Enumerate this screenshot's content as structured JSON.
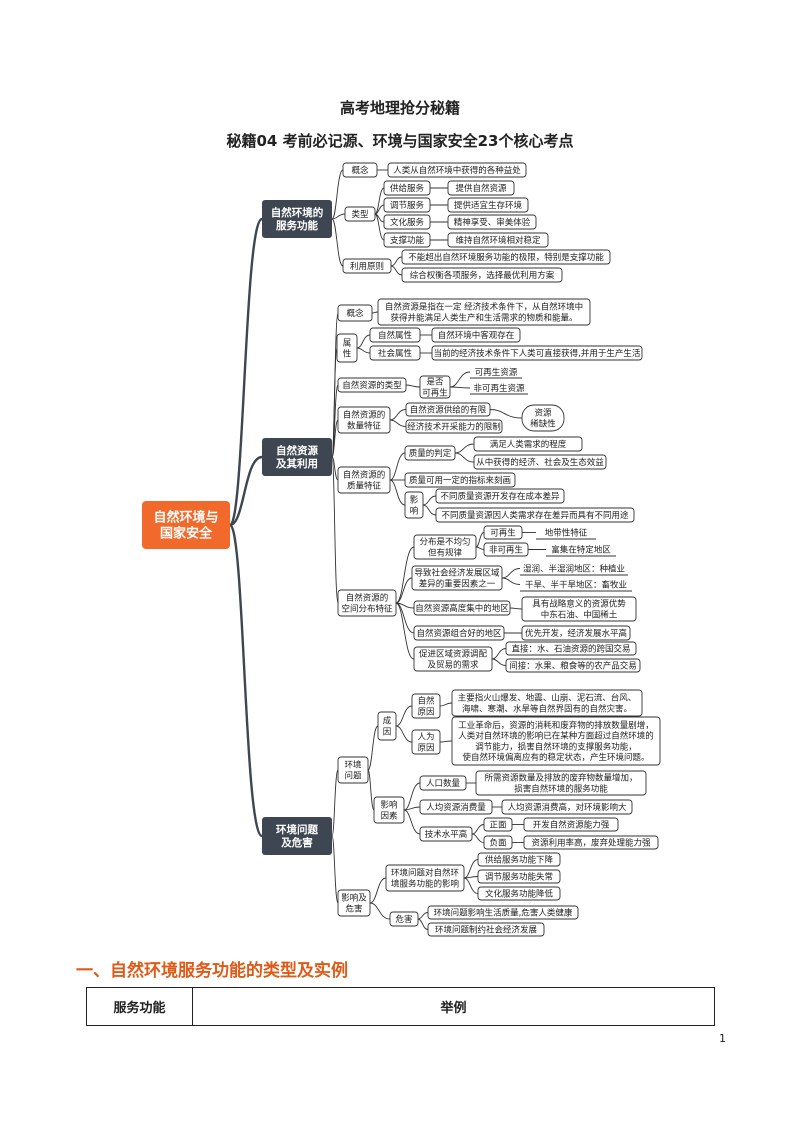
{
  "doc": {
    "title": "高考地理抢分秘籍",
    "subtitle": "秘籍04  考前必记源、环境与国家安全23个核心考点",
    "page_number": "1"
  },
  "mindmap": {
    "root": "自然环境与\n国家安全",
    "nodes": {
      "n1": "自然环境的\n服务功能",
      "n1a": "概念",
      "n1a1": "人类从自然环境中获得的各种益处",
      "n1b": "类型",
      "n1b1": "供给服务",
      "n1b1a": "提供自然资源",
      "n1b2": "调节服务",
      "n1b2a": "提供适宜生存环境",
      "n1b3": "文化服务",
      "n1b3a": "精神享受、审美体验",
      "n1b4": "支撑功能",
      "n1b4a": "维持自然环境相对稳定",
      "n1c": "利用原则",
      "n1c1": "不能超出自然环境服务功能的极限，特别是支撑功能",
      "n1c2": "综合权衡各项服务，选择最优利用方案",
      "n2": "自然资源\n及其利用",
      "n2a": "概念",
      "n2a1": "自然资源是指在一定 经济技术条件下，从自然环境中\n获得并能满足人类生产和生活需求的物质和能量。",
      "n2b": "属\n性",
      "n2b1": "自然属性",
      "n2b1a": "自然环境中客观存在",
      "n2b2": "社会属性",
      "n2b2a": "当前的经济技术条件下人类可直接获得,并用于生产生活",
      "n2c": "自然资源的类型",
      "n2c1": "是否\n可再生",
      "n2c1a": "可再生资源",
      "n2c1b": "非可再生资源",
      "n2d": "自然资源的\n数量特征",
      "n2d1": "自然资源供给的有限",
      "n2d2": "经济技术开采能力的限制",
      "n2d3": "资源\n稀缺性",
      "n2e": "自然资源的\n质量特征",
      "n2e1": "质量的判定",
      "n2e1a": "满足人类需求的程度",
      "n2e1b": "从中获得的经济、社会及生态效益",
      "n2e2": "质量可用一定的指标来刻画",
      "n2e3": "影\n响",
      "n2e3a": "不同质量资源开发存在成本差异",
      "n2e3b": "不同质量资源因人类需求存在差异而具有不同用途",
      "n2f": "自然资源的\n空间分布特征",
      "n2f1": "分布是不均匀\n但有规律",
      "n2f1a": "可再生",
      "n2f1a1": "地带性特征",
      "n2f1b": "非可再生",
      "n2f1b1": "富集在特定地区",
      "n2f2": "导致社会经济发展区域\n差异的重要因素之一",
      "n2f2a": "湿润、半湿润地区：种植业",
      "n2f2b": "干旱、半干旱地区：畜牧业",
      "n2f3": "自然资源高度集中的地区",
      "n2f3a": "具有战略意义的资源优势\n中东石油、中国稀土",
      "n2f4": "自然资源组合好的地区",
      "n2f4a": "优先开发，经济发展水平高",
      "n2f5": "促进区域资源调配\n及贸易的需求",
      "n2f5a": "直接：水、石油资源的跨国交易",
      "n2f5b": "间接：水果、粮食等的农产品交易",
      "n3": "环境问题\n及危害",
      "n3a": "环境\n问题",
      "n3a1": "成\n因",
      "n3a1a": "自然\n原因",
      "n3a1a1": "主要指火山爆发、地震、山崩、泥石流、台风、\n海啸、寒潮、水旱等自然界固有的自然灾害。",
      "n3a1b": "人为\n原因",
      "n3a1b1": "工业革命后，资源的消耗和废弃物的排放数量剧增，\n人类对自然环境的影响已在某种方面超过自然环境的\n调节能力，损害自然环境的支撑服务功能，\n使自然环境偏离应有的稳定状态，产生环境问题。",
      "n3a2": "影响\n因素",
      "n3a2a": "人口数量",
      "n3a2a1": "所需资源数量及排放的废弃物数量增加，\n损害自然环境的服务功能",
      "n3a2b": "人均资源消费量",
      "n3a2b1": "人均资源消费高，对环境影响大",
      "n3a2c": "技术水平高",
      "n3a2c1": "正面",
      "n3a2c1a": "开发自然资源能力强",
      "n3a2c2": "负面",
      "n3a2c2a": "资源利用率高，废弃处理能力强",
      "n3b": "影响及\n危害",
      "n3b1": "环境问题对自然环\n境服务功能的影响",
      "n3b1a": "供给服务功能下降",
      "n3b1b": "调节服务功能失常",
      "n3b1c": "文化服务功能降低",
      "n3b2": "危害",
      "n3b2a": "环境问题影响生活质量,危害人类健康",
      "n3b2b": "环境问题制约社会经济发展"
    }
  },
  "section": {
    "heading": "一、自然环境服务功能的类型及实例"
  },
  "table": {
    "headers": [
      "服务功能",
      "举例"
    ]
  },
  "colors": {
    "root": "#f26a2b",
    "hub": "#3d4651",
    "section_heading": "#e05a17"
  }
}
